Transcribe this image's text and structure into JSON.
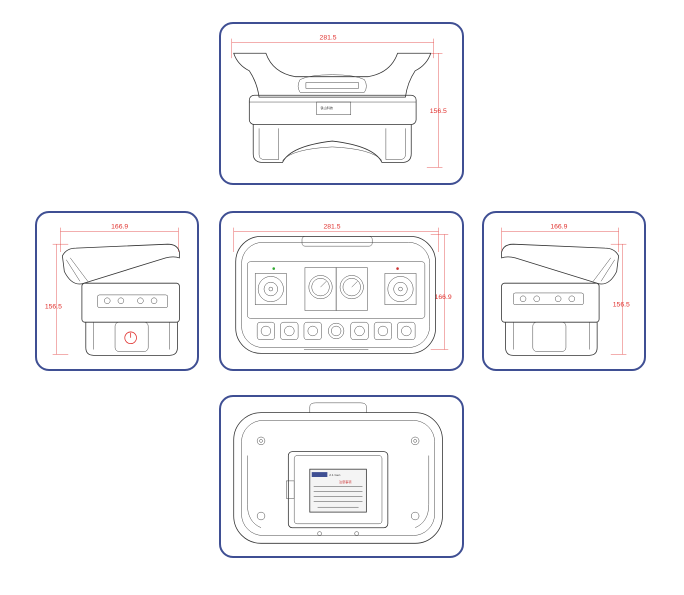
{
  "accent_color": "#3f4f93",
  "dimension_color": "#e0312e",
  "views": {
    "top": {
      "width_label": "281.5",
      "height_label": "156.5"
    },
    "left": {
      "width_label": "166.9",
      "height_label": "156.5"
    },
    "front": {
      "width_label": "281.5",
      "height_label": "166.9"
    },
    "right": {
      "width_label": "166.9",
      "height_label": "156.5"
    },
    "back": {}
  },
  "icons": [
    "power-button-icon",
    "gauge-icon",
    "joystick-icon",
    "button-icon"
  ]
}
